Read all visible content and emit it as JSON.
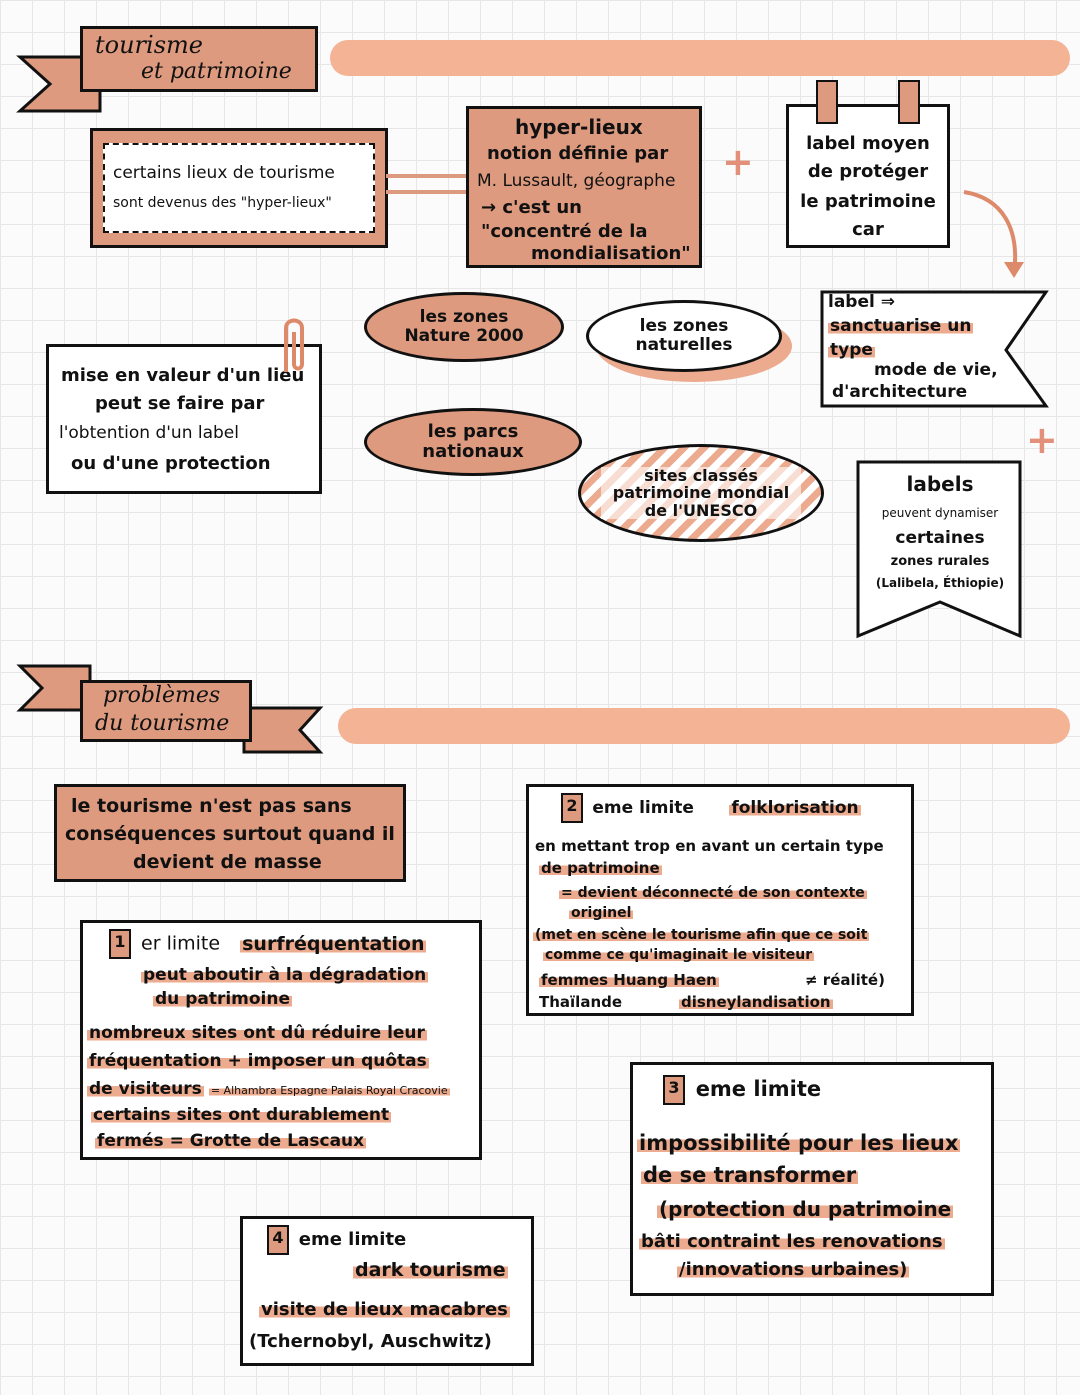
{
  "section1": {
    "banner_line1": "tourisme",
    "banner_line2": "et patrimoine",
    "hyperlieux_intro": {
      "line1": "certains lieux de tourisme",
      "line2": "sont devenus des \"hyper-lieux\""
    },
    "hyperlieux_def": {
      "line1": "hyper-lieux",
      "line2": "notion définie par",
      "line3": "M. Lussault, géographe",
      "line4": "→ c'est un",
      "line5": "\"concentré de la",
      "line6": "mondialisation\""
    },
    "plus1": "+",
    "label_note": {
      "line1": "label moyen",
      "line2": "de protéger",
      "line3": "le patrimoine",
      "line4": "car"
    },
    "label_flag": {
      "line1": "label ⇒",
      "line2": "sanctuarise un",
      "line3": "type",
      "line4": "mode de vie,",
      "line5": "d'architecture"
    },
    "plus2": "+",
    "mise_en_valeur": {
      "line1": "mise en valeur d'un lieu",
      "line2": "peut se faire par",
      "line3": "l'obtention d'un label",
      "line4": "ou d'une protection"
    },
    "clouds": {
      "natura": "les zones Nature 2000",
      "naturelles": "les zones naturelles",
      "parcs": "les parcs nationaux",
      "unesco": "sites classés patrimoine mondial de l'UNESCO"
    },
    "labels_dyn": {
      "line1": "labels",
      "line2": "peuvent dynamiser",
      "line3": "certaines",
      "line4": "zones rurales",
      "line5": "(Lalibela, Éthiopie)"
    }
  },
  "section2": {
    "banner_line1": "problèmes",
    "banner_line2": "du tourisme",
    "intro": {
      "line1": "le tourisme n'est pas sans",
      "line2": "conséquences surtout quand il",
      "line3": "devient de masse"
    },
    "limit1": {
      "num": "1",
      "head": "er limite",
      "topic": "surfréquentation",
      "l1": "peut aboutir à la dégradation",
      "l2": "du patrimoine",
      "l3": "nombreux sites ont dû réduire leur",
      "l4": "fréquentation + imposer un quôtas",
      "l5a": "de visiteurs",
      "l5b": "= Alhambra Espagne Palais Royal Cracovie",
      "l6": "certains sites ont durablement",
      "l7": "fermés = Grotte de Lascaux"
    },
    "limit2": {
      "num": "2",
      "head": "eme limite",
      "topic": "folklorisation",
      "l1": "en mettant trop en avant un certain type",
      "l2": "de patrimoine",
      "l3": "= devient déconnecté de son contexte",
      "l4": "originel",
      "l5": "(met en scène le tourisme afin que ce soit",
      "l6": "comme ce qu'imaginait le visiteur",
      "l7a": "femmes Huang Haen",
      "l7b": "≠ réalité)",
      "l8a": "Thaïlande",
      "l8b": "disneylandisation"
    },
    "limit3": {
      "num": "3",
      "head": "eme limite",
      "l1": "impossibilité pour les lieux",
      "l2": "de se transformer",
      "l3": "(protection du patrimoine",
      "l4": "bâti contraint les renovations",
      "l5": "/innovations urbaines)"
    },
    "limit4": {
      "num": "4",
      "head": "eme limite",
      "topic": "dark tourisme",
      "l1": "visite de lieux macabres",
      "l2": "(Tchernobyl, Auschwitz)"
    }
  },
  "colors": {
    "salmon": "#dd9a7f",
    "highlight": "#ecaa8e",
    "bar": "#f3b394",
    "ink": "#111111"
  }
}
